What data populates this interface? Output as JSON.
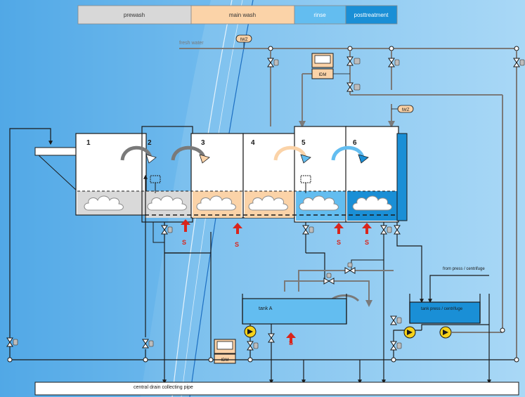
{
  "phases": [
    {
      "label": "prewash",
      "color": "#d8d8d8"
    },
    {
      "label": "main wash",
      "color": "#fbd3a8"
    },
    {
      "label": "rinse",
      "color": "#63bdf0"
    },
    {
      "label": "posttreatment",
      "color": "#1a8fd6"
    }
  ],
  "labels": {
    "fresh_water": "fresh water",
    "iwz": "IWZ",
    "idm": "IDM",
    "tank_a": "tank A",
    "tank_press": "tank press / centrifuge",
    "from_press": "from press / centrifuge",
    "steam": "S",
    "drain": "central drain collecting pipe"
  },
  "compartments": [
    {
      "number": "1",
      "fill": "#d9d9d9"
    },
    {
      "number": "2",
      "fill": "#d9d9d9"
    },
    {
      "number": "3",
      "fill": "#fbd3a8"
    },
    {
      "number": "4",
      "fill": "#fbd3a8"
    },
    {
      "number": "5",
      "fill": "#63bdf0"
    },
    {
      "number": "6",
      "fill": "#1a8fd6"
    }
  ],
  "colors": {
    "background": "#9fd3f5",
    "pipe": "#7a7a7a",
    "line": "#1a1a1a",
    "steam_arrow": "#d9251c",
    "pump": "#f6d21a"
  }
}
